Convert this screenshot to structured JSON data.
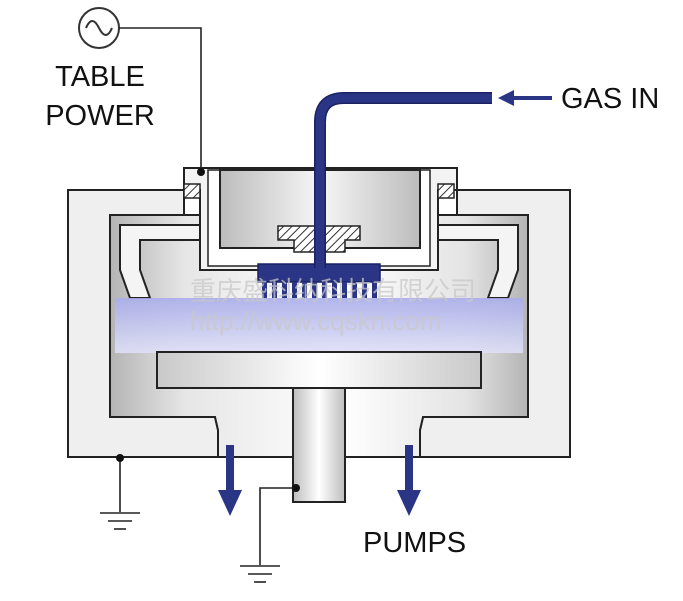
{
  "labels": {
    "table_power_line1": "TABLE",
    "table_power_line2": "POWER",
    "gas_in": "GAS IN",
    "pumps": "PUMPS"
  },
  "watermark": {
    "company": "重庆盛科纳科技有限公司",
    "url": "http://www.cqskn.com"
  },
  "icons": {
    "ac_source": "ac-source-icon",
    "ground": "ground-icon",
    "arrow": "arrow-icon"
  },
  "colors": {
    "gas_line": "#2a3585",
    "plasma": "#b9bce8",
    "chamber_wall": "#eeeeee",
    "outline": "#222222"
  }
}
